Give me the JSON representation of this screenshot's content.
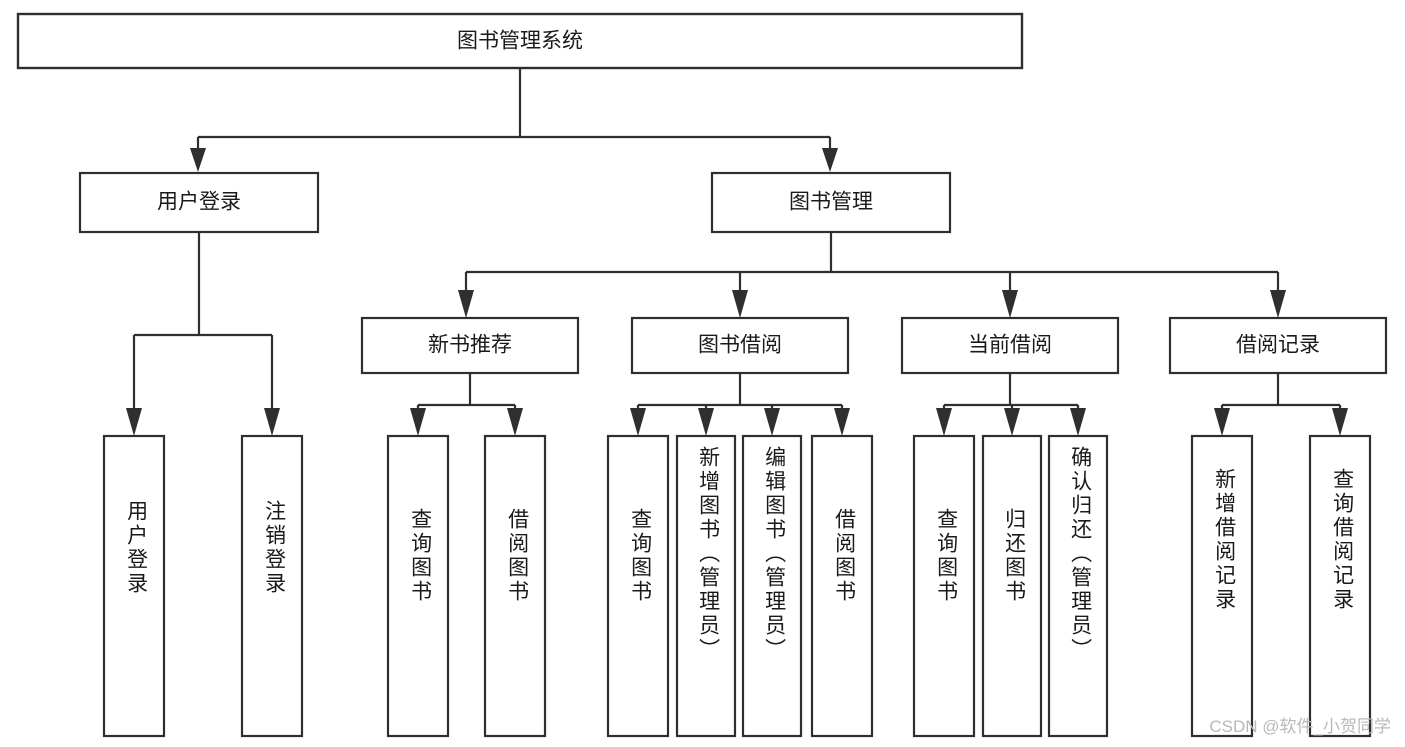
{
  "diagram": {
    "type": "tree",
    "title": "图书管理系统",
    "root": {
      "id": "root",
      "label": "图书管理系统",
      "orientation": "horizontal"
    },
    "level1": [
      {
        "id": "user-login",
        "label": "用户登录",
        "orientation": "horizontal"
      },
      {
        "id": "book-manage",
        "label": "图书管理",
        "orientation": "horizontal"
      }
    ],
    "level2": [
      {
        "id": "new-book-recommend",
        "label": "新书推荐",
        "orientation": "horizontal",
        "parent": "book-manage"
      },
      {
        "id": "book-borrow",
        "label": "图书借阅",
        "orientation": "horizontal",
        "parent": "book-manage"
      },
      {
        "id": "current-borrow",
        "label": "当前借阅",
        "orientation": "horizontal",
        "parent": "book-manage"
      },
      {
        "id": "borrow-record",
        "label": "借阅记录",
        "orientation": "horizontal",
        "parent": "book-manage"
      }
    ],
    "leaves": [
      {
        "id": "leaf-user-login",
        "label": "用户登录",
        "orientation": "vertical",
        "parent": "user-login"
      },
      {
        "id": "leaf-logout-login",
        "label": "注销登录",
        "orientation": "vertical",
        "parent": "user-login"
      },
      {
        "id": "leaf-query-book-1",
        "label": "查询图书",
        "orientation": "vertical",
        "parent": "new-book-recommend"
      },
      {
        "id": "leaf-borrow-book-1",
        "label": "借阅图书",
        "orientation": "vertical",
        "parent": "new-book-recommend"
      },
      {
        "id": "leaf-query-book-2",
        "label": "查询图书",
        "orientation": "vertical",
        "parent": "book-borrow"
      },
      {
        "id": "leaf-add-book",
        "label": "新增图书（管理员）",
        "orientation": "vertical",
        "parent": "book-borrow"
      },
      {
        "id": "leaf-edit-book",
        "label": "编辑图书（管理员）",
        "orientation": "vertical",
        "parent": "book-borrow"
      },
      {
        "id": "leaf-borrow-book-2",
        "label": "借阅图书",
        "orientation": "vertical",
        "parent": "book-borrow"
      },
      {
        "id": "leaf-query-book-3",
        "label": "查询图书",
        "orientation": "vertical",
        "parent": "current-borrow"
      },
      {
        "id": "leaf-return-book",
        "label": "归还图书",
        "orientation": "vertical",
        "parent": "current-borrow"
      },
      {
        "id": "leaf-confirm-return",
        "label": "确认归还（管理员）",
        "orientation": "vertical",
        "parent": "current-borrow"
      },
      {
        "id": "leaf-add-record",
        "label": "新增借阅记录",
        "orientation": "vertical",
        "parent": "borrow-record"
      },
      {
        "id": "leaf-query-record",
        "label": "查询借阅记录",
        "orientation": "vertical",
        "parent": "borrow-record"
      }
    ]
  },
  "watermark": {
    "text": "CSDN @软件_小贺同学"
  },
  "colors": {
    "stroke": "#2f2f2f",
    "box_fill": "#ffffff",
    "text": "#1a1a1a",
    "background": "#ffffff",
    "watermark": "#b9b9b9"
  }
}
